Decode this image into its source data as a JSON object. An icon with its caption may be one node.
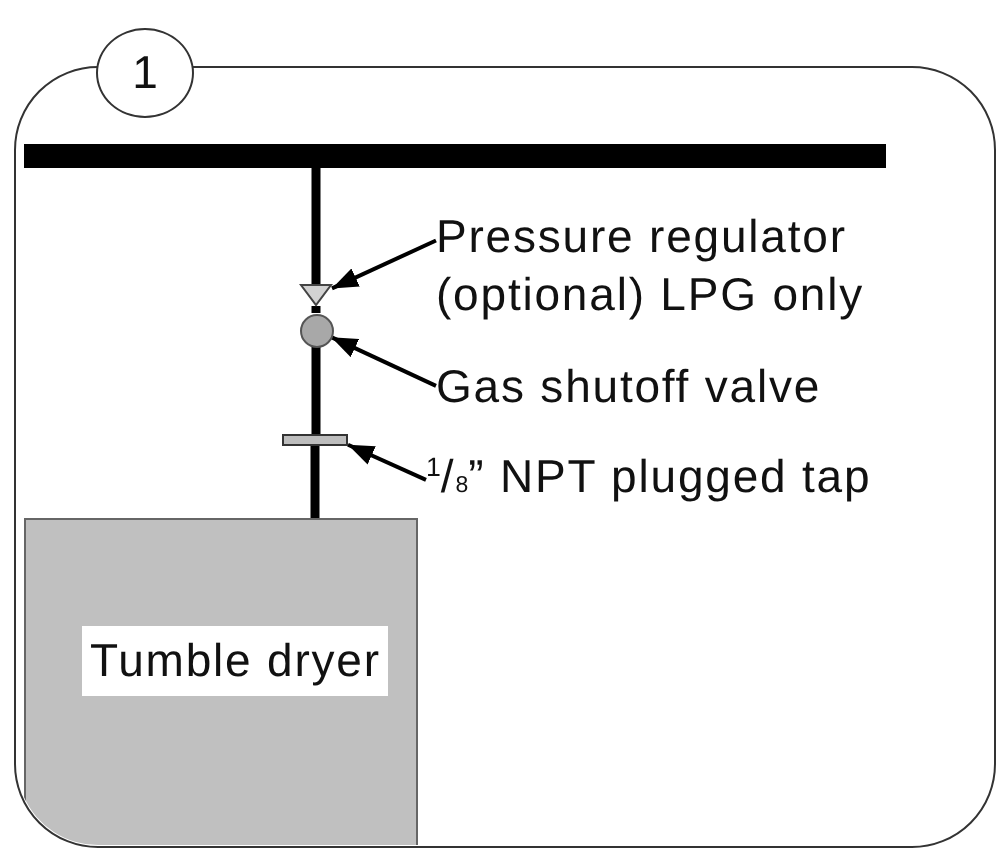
{
  "diagram": {
    "nodes": [
      {
        "text": [
          "1"
        ]
      },
      {
        "text": [],
        "shape": "bar"
      },
      {
        "text": [
          "Pressure regulator (optional) LPG only"
        ]
      },
      {
        "text": [],
        "shape": "triangle"
      },
      {
        "text": [
          "Gas shutoff valve"
        ]
      },
      {
        "text": [],
        "shape": "circle"
      },
      {
        "text": [
          "$^{1}$/$_{8}$” NPT plugged tap"
        ]
      },
      {
        "text": [],
        "shape": "bar"
      },
      {
        "text": [
          "Tumble dryer"
        ]
      }
    ],
    "edges": [
      {
        "from": 2,
        "to": 3,
        "arrow": "to"
      },
      {
        "from": 4,
        "to": 5,
        "arrow": "to"
      },
      {
        "from": 6,
        "to": 7,
        "arrow": "to"
      },
      {
        "from": 1,
        "to": 3,
        "arrow": "none"
      },
      {
        "from": 3,
        "to": 5,
        "arrow": "none"
      },
      {
        "from": 5,
        "to": 7,
        "arrow": "none"
      },
      {
        "from": 7,
        "to": 8,
        "arrow": "none"
      }
    ]
  }
}
